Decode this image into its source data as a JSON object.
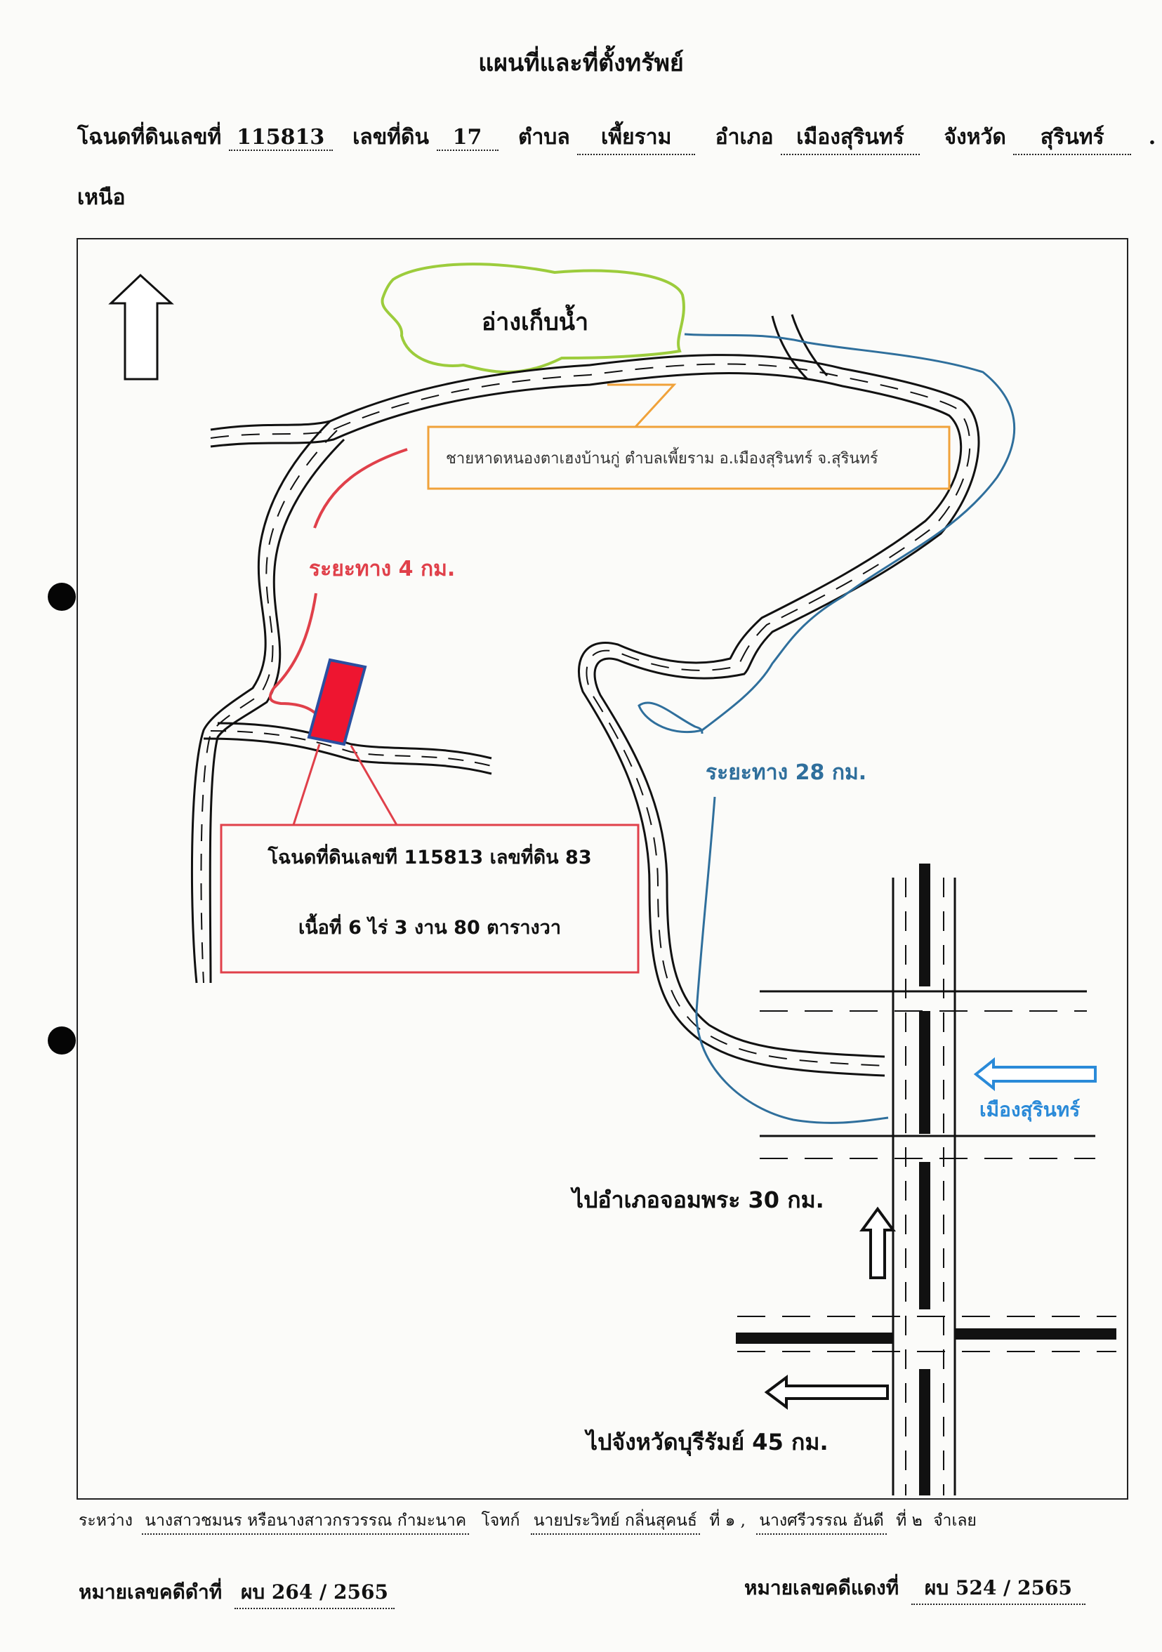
{
  "document": {
    "title": "แผนที่และที่ตั้งทรัพย์",
    "deed": {
      "label_deed": "โฉนดที่ดินเลขที่",
      "deed_no": "115813",
      "label_land": "เลขที่ดิน",
      "land_no": "17",
      "label_tambon": "ตำบล",
      "tambon": "เพี้ยราม",
      "label_amphoe": "อำเภอ",
      "amphoe": "เมืองสุรินทร์",
      "label_province": "จังหวัด",
      "province": "สุรินทร์",
      "end_mark": "."
    },
    "north_label": "เหนือ"
  },
  "map": {
    "reservoir": "อ่างเก็บน้ำ",
    "beach_label": "ชายหาดหนองตาเฮงบ้านกู่ ตำบลเพี้ยราม อ.เมืองสุรินทร์ จ.สุรินทร์",
    "distance_4": "ระยะทาง 4 กม.",
    "distance_28": "ระยะทาง 28 กม.",
    "parcel_line1": "โฉนดที่ดินเลขที 115813 เลขที่ดิน 83",
    "parcel_line2": "เนื้อที่ 6 ไร่  3 งาน 80 ตารางวา",
    "city_label": "เมืองสุรินทร์",
    "to_chom_phra": "ไปอำเภอจอมพระ 30 กม.",
    "to_buriram": "ไปจังหวัดบุรีรัมย์ 45 กม.",
    "colors": {
      "beach": "#f0a23a",
      "route_red": "#e0404a",
      "route_blue": "#2f6f9c",
      "reservoir": "#9ccc3c",
      "city_arrow": "#2a8ad8",
      "parcel_fill": "#ee1530",
      "parcel_border": "#2a4fa0"
    }
  },
  "footer": {
    "between": "ระหว่าง",
    "plaintiff": "นางสาวชมนร หรือนางสาวกรวรรณ กำมะนาค",
    "plaintiff_label": "โจทก์",
    "defendant1": "นายประวิทย์ กลิ่นสุคนธ์",
    "defendant1_suffix": "ที่ ๑ ,",
    "defendant2": "นางศรีวรรณ อันดี",
    "defendant2_suffix": "ที่ ๒",
    "defendant_label": "จำเลย",
    "black_case_label": "หมายเลขคดีดำที่",
    "black_case_no": "ผบ  264 / 2565",
    "red_case_label": "หมายเลขคดีแดงที่",
    "red_case_no": "ผบ  524 / 2565"
  }
}
